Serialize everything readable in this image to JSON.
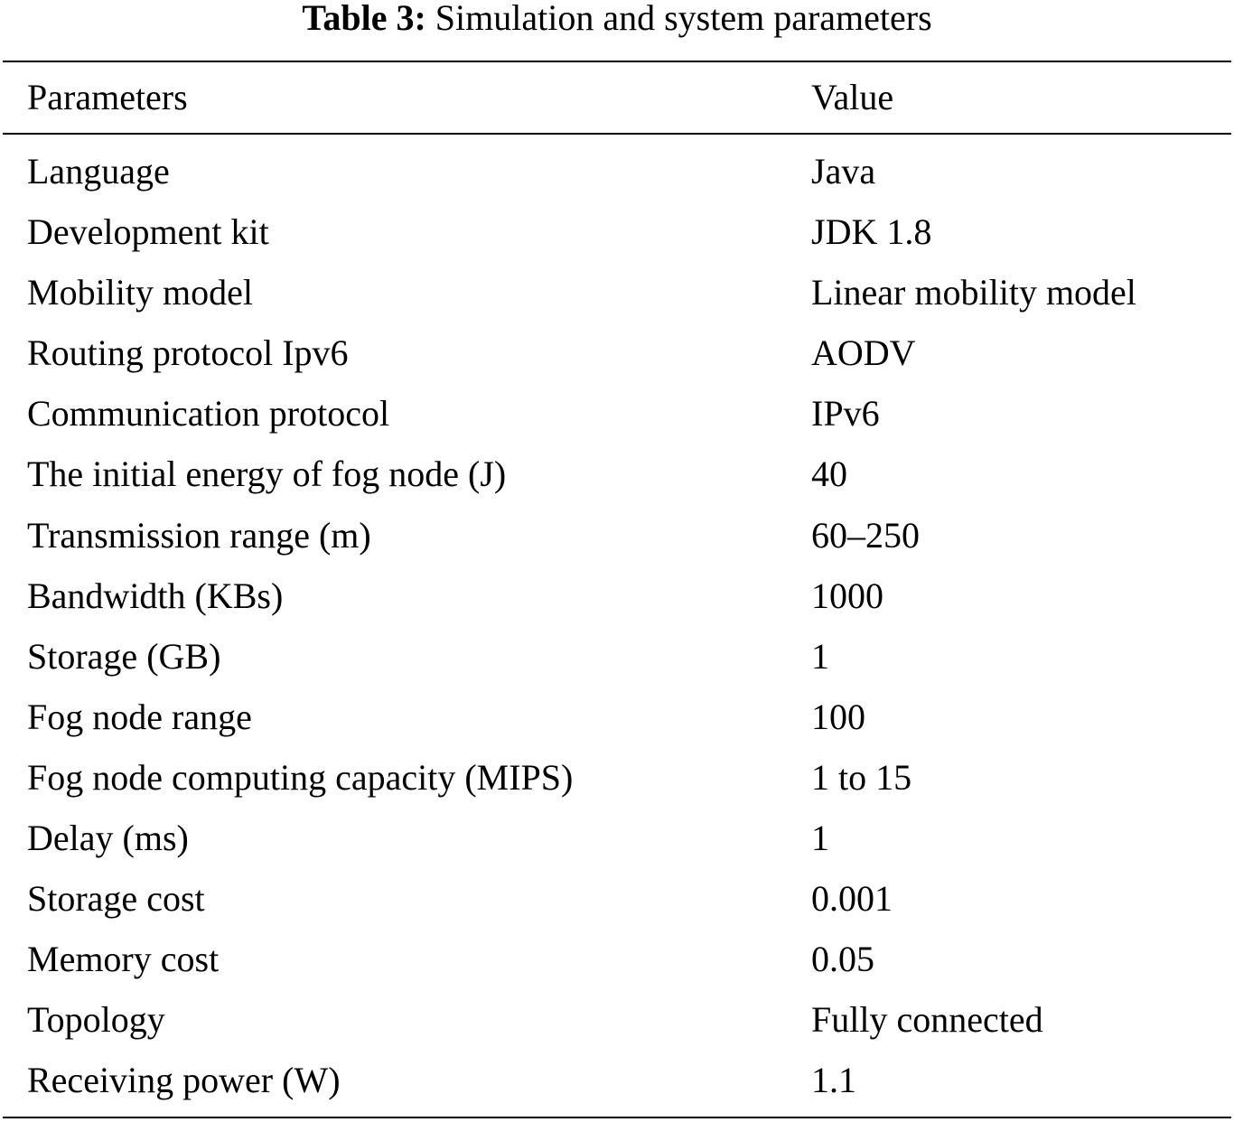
{
  "caption": {
    "label": "Table 3:",
    "title": "Simulation and system parameters"
  },
  "table": {
    "headers": [
      "Parameters",
      "Value"
    ],
    "rows": [
      [
        "Language",
        "Java"
      ],
      [
        "Development kit",
        "JDK 1.8"
      ],
      [
        "Mobility model",
        "Linear mobility model"
      ],
      [
        "Routing protocol Ipv6",
        "AODV"
      ],
      [
        "Communication protocol",
        "IPv6"
      ],
      [
        "The initial energy of fog node (J)",
        "40"
      ],
      [
        "Transmission range (m)",
        "60–250"
      ],
      [
        "Bandwidth (KBs)",
        "1000"
      ],
      [
        "Storage (GB)",
        "1"
      ],
      [
        "Fog node range",
        "100"
      ],
      [
        "Fog node computing capacity (MIPS)",
        "1 to 15"
      ],
      [
        "Delay (ms)",
        "1"
      ],
      [
        "Storage cost",
        "0.001"
      ],
      [
        "Memory cost",
        "0.05"
      ],
      [
        "Topology",
        "Fully connected"
      ],
      [
        "Receiving power (W)",
        "1.1"
      ]
    ]
  }
}
